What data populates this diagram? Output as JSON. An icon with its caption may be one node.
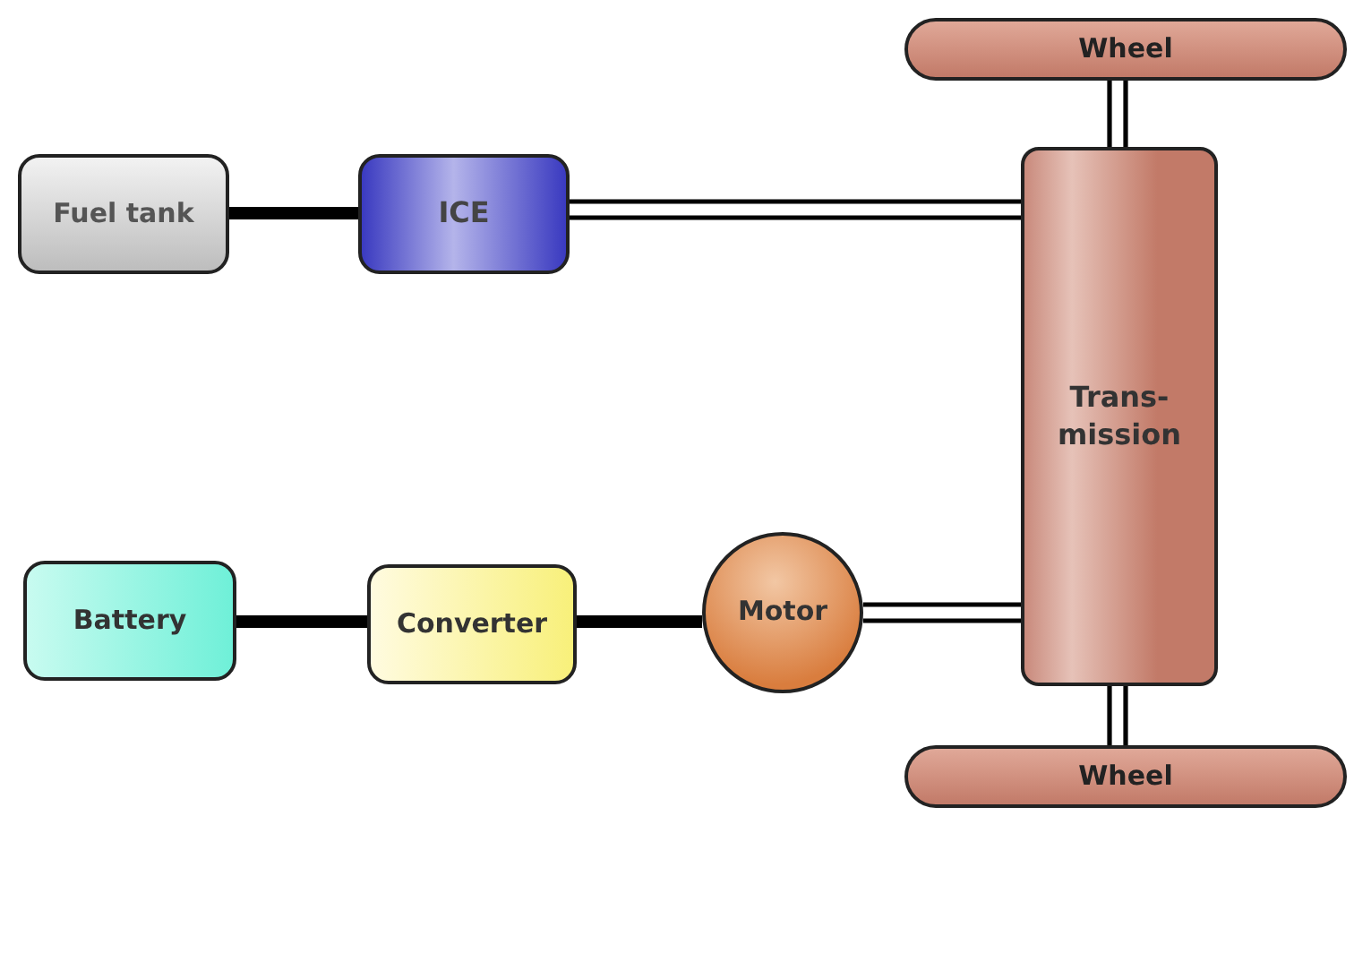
{
  "diagram": {
    "nodes": [
      {
        "text": [
          "Wheel"
        ]
      },
      {
        "text": [
          "Fuel tank"
        ]
      },
      {
        "text": [
          "ICE"
        ]
      },
      {
        "text": [
          "Trans- mission"
        ]
      },
      {
        "text": [
          "Battery"
        ]
      },
      {
        "text": [
          "Converter"
        ]
      },
      {
        "text": [
          "Motor"
        ]
      },
      {
        "text": [
          "Wheel"
        ]
      }
    ],
    "edges": [
      {
        "from": 1,
        "to": 2,
        "arrow": "none",
        "style": "thick"
      },
      {
        "from": 2,
        "to": 3,
        "arrow": "none"
      },
      {
        "from": 4,
        "to": 5,
        "arrow": "none",
        "style": "thick"
      },
      {
        "from": 5,
        "to": 6,
        "arrow": "none",
        "style": "thick"
      },
      {
        "from": 6,
        "to": 3,
        "arrow": "none"
      },
      {
        "from": 3,
        "to": 0,
        "arrow": "none"
      },
      {
        "from": 3,
        "to": 7,
        "arrow": "none"
      }
    ]
  }
}
